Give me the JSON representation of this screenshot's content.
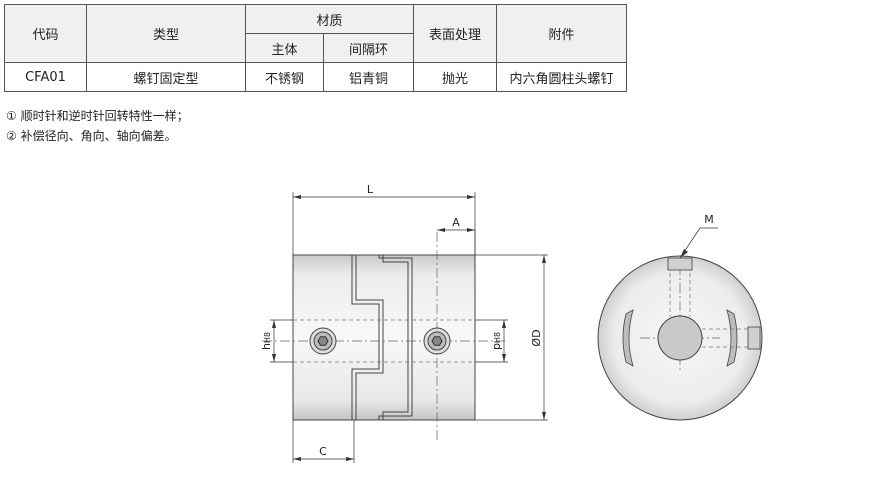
{
  "table": {
    "headers": {
      "code": "代码",
      "type": "类型",
      "material": "材质",
      "surface": "表面处理",
      "accessory": "附件",
      "body": "主体",
      "spacer": "间隔环"
    },
    "row": {
      "code": "CFA01",
      "type": "螺钉固定型",
      "body": "不锈钢",
      "spacer": "铝青铜",
      "surface": "抛光",
      "accessory": "内六角圆柱头螺钉"
    }
  },
  "notes": [
    {
      "marker": "①",
      "text": "顺时针和逆时针回转特性一样；"
    },
    {
      "marker": "②",
      "text": "补偿径向、角向、轴向偏差。"
    }
  ],
  "dimensions": {
    "L": "L",
    "A": "A",
    "C": "C",
    "M": "M",
    "D": "ØD",
    "h": "h",
    "h_tol": "H8",
    "p": "p",
    "p_tol": "H8"
  }
}
